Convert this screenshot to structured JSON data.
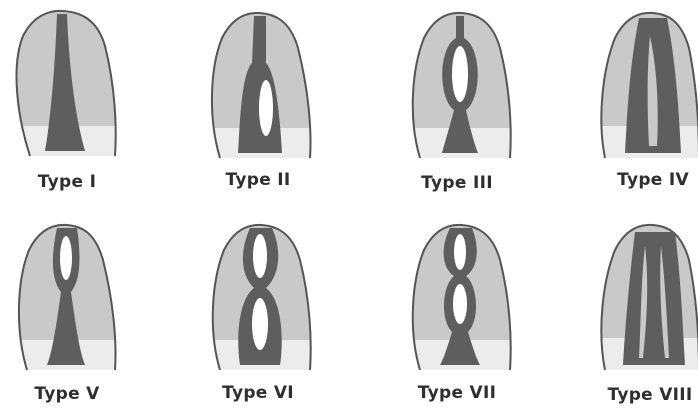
{
  "diagram": {
    "types": [
      {
        "label": "Type I"
      },
      {
        "label": "Type II"
      },
      {
        "label": "Type III"
      },
      {
        "label": "Type IV"
      },
      {
        "label": "Type V"
      },
      {
        "label": "Type VI"
      },
      {
        "label": "Type VII"
      },
      {
        "label": "Type VIII"
      }
    ],
    "colors": {
      "tooth_fill": "#c9c9c9",
      "tooth_outline": "#555555",
      "crown_band": "#ececec",
      "canal": "#5e5e5e"
    }
  }
}
